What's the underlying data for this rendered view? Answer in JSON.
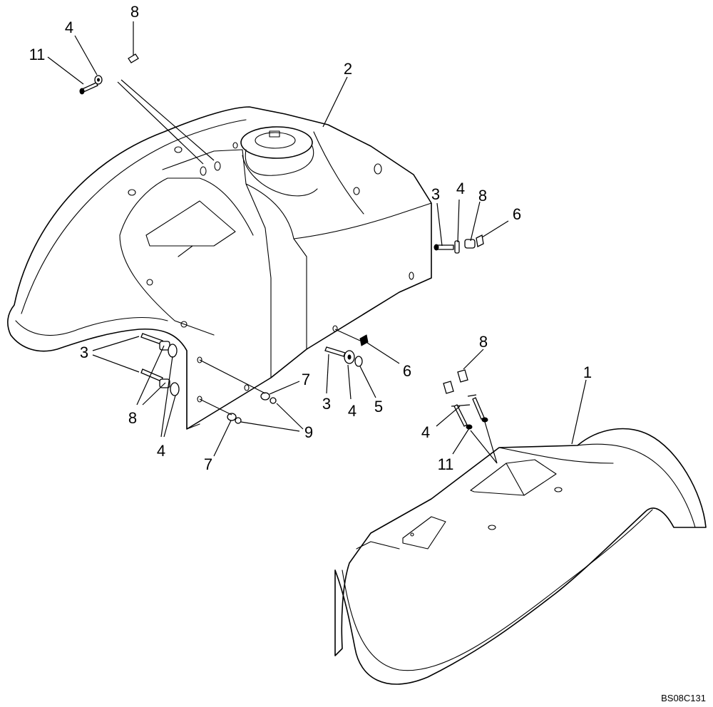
{
  "figure_code": "BS08C131",
  "callouts": [
    {
      "id": "c2",
      "label": "2"
    },
    {
      "id": "c8a",
      "label": "8"
    },
    {
      "id": "c4a",
      "label": "4"
    },
    {
      "id": "c11a",
      "label": "11"
    },
    {
      "id": "c3a",
      "label": "3"
    },
    {
      "id": "c4b",
      "label": "4"
    },
    {
      "id": "c8b",
      "label": "8"
    },
    {
      "id": "c6a",
      "label": "6"
    },
    {
      "id": "c6b",
      "label": "6"
    },
    {
      "id": "c3b",
      "label": "3"
    },
    {
      "id": "c4c",
      "label": "4"
    },
    {
      "id": "c5",
      "label": "5"
    },
    {
      "id": "c7a",
      "label": "7"
    },
    {
      "id": "c9",
      "label": "9"
    },
    {
      "id": "c7b",
      "label": "7"
    },
    {
      "id": "c3c",
      "label": "3"
    },
    {
      "id": "c8c",
      "label": "8"
    },
    {
      "id": "c4d",
      "label": "4"
    },
    {
      "id": "c1",
      "label": "1"
    },
    {
      "id": "c8d",
      "label": "8"
    },
    {
      "id": "c4e",
      "label": "4"
    },
    {
      "id": "c11b",
      "label": "11"
    }
  ]
}
